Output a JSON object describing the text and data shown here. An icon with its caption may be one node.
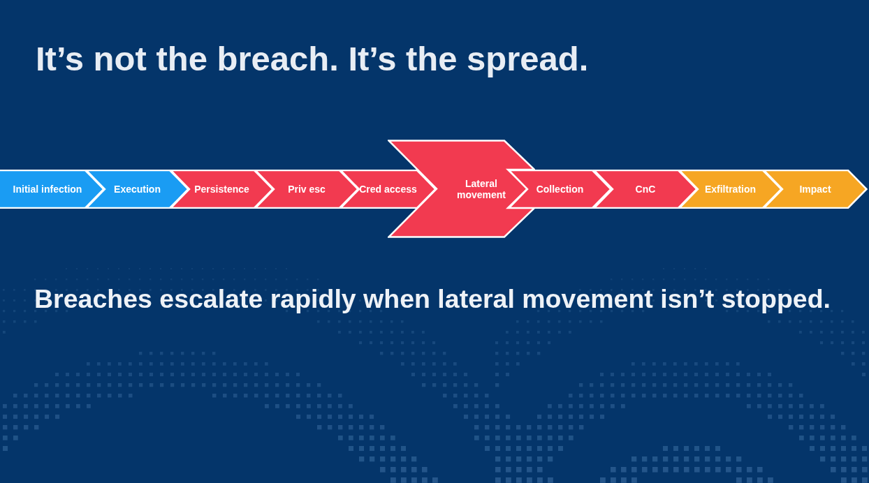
{
  "diagram": {
    "title": "It’s not the breach. It’s the spread.",
    "nodes": [
      {
        "text": [
          "Initial infection"
        ]
      },
      {
        "text": [
          "Execution"
        ]
      },
      {
        "text": [
          "Persistence"
        ]
      },
      {
        "text": [
          "Priv esc"
        ]
      },
      {
        "text": [
          "Cred access"
        ]
      },
      {
        "text": [
          "Lateral movement"
        ]
      },
      {
        "text": [
          "Collection"
        ]
      },
      {
        "text": [
          "CnC"
        ]
      },
      {
        "text": [
          "Exfiltration"
        ]
      },
      {
        "text": [
          "Impact"
        ]
      }
    ],
    "caption": "Breaches escalate rapidly when lateral movement isn’t stopped."
  }
}
